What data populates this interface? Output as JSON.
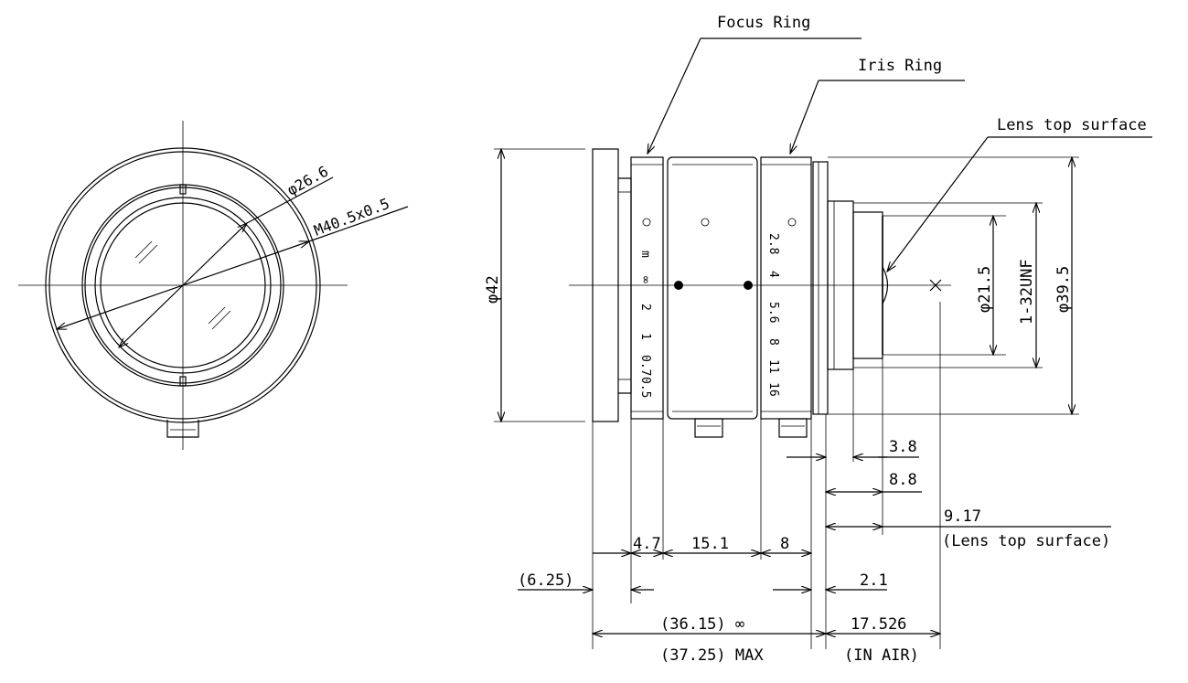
{
  "labels": {
    "focus_ring": "Focus Ring",
    "iris_ring": "Iris Ring",
    "lens_top_surface": "Lens top surface"
  },
  "front_view": {
    "inner_diameter": "φ26.6",
    "thread": "M40.5x0.5"
  },
  "side_view": {
    "outer_diameter": "φ42",
    "body_diameter": "φ39.5",
    "rear_diameter": "φ21.5",
    "mount_thread": "1-32UNF"
  },
  "focus_scale": [
    "m",
    "∞",
    "2",
    "1",
    "0.7",
    "0.5"
  ],
  "iris_scale": [
    "2.8",
    "4",
    "5.6",
    "8",
    "11",
    "16"
  ],
  "dimensions": {
    "d_3_8": "3.8",
    "d_8_8": "8.8",
    "d_9_17": "9.17",
    "d_9_17_note": "(Lens top surface)",
    "d_4_7": "4.7",
    "d_15_1": "15.1",
    "d_8": "8",
    "d_6_25": "(6.25)",
    "d_2_1": "2.1",
    "d_36_15": "(36.15) ∞",
    "d_37_25": "(37.25) MAX",
    "d_17_526": "17.526",
    "d_in_air": "(IN AIR)"
  }
}
